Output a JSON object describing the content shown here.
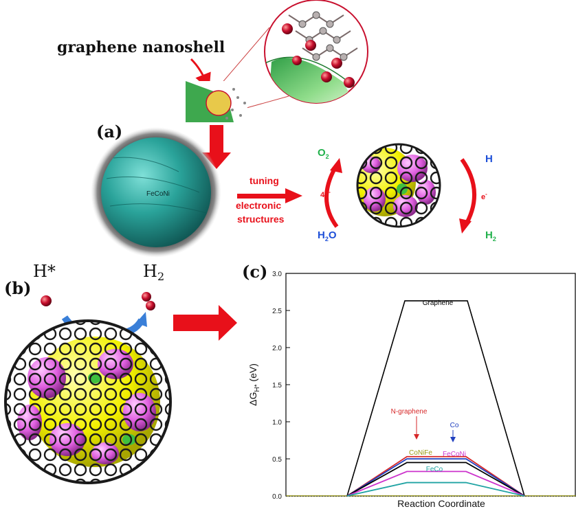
{
  "panel_a": {
    "label": "(a)",
    "shell_label": "graphene nanoshell",
    "core_label": "FeCoNi",
    "arrow_text": [
      "tuning",
      "electronic",
      "structures"
    ],
    "oer": {
      "top": "O",
      "top_sub": "2",
      "middle": "4e",
      "middle_sup": "-",
      "bottom": "H",
      "bottom_sub": "2",
      "bottom_end": "O"
    },
    "her": {
      "top": "H",
      "middle": "e",
      "middle_sup": "-",
      "bottom": "H",
      "bottom_sub": "2"
    }
  },
  "panel_b": {
    "label": "(b)",
    "adsorbate_label": "H*",
    "product_label": "H",
    "product_sub": "2"
  },
  "panel_c": {
    "label": "(c)"
  },
  "colors": {
    "arrow_red": "#e8101a",
    "oxygen_green": "#22b14c",
    "hydrogen_blue": "#1d4fd8",
    "teal_core": "#2aa39a",
    "shell_green": "#6cc96e",
    "isosurface_yellow": "#f2f000",
    "isosurface_magenta": "#e060e0"
  },
  "chart_data": {
    "type": "line",
    "xlabel": "Reaction Coordinate",
    "ylabel": "ΔG",
    "ylabel_sub": "H*",
    "ylabel_unit": "(eV)",
    "ylim": [
      0.0,
      3.0
    ],
    "yticks": [
      "0.0",
      "0.5",
      "1.0",
      "1.5",
      "2.0",
      "2.5",
      "3.0"
    ],
    "grid": false,
    "baseline": 0.0,
    "series": [
      {
        "name": "Graphene",
        "value": 2.63,
        "color": "#000000"
      },
      {
        "name": "N-graphene",
        "value": 0.53,
        "color": "#d62728"
      },
      {
        "name": "Co",
        "value": 0.5,
        "color": "#1f3fbf"
      },
      {
        "name": "CoNiFe",
        "value": 0.45,
        "color": "#000000"
      },
      {
        "name": "FeCoNi",
        "value": 0.33,
        "color": "#cc33cc"
      },
      {
        "name": "FeCo",
        "value": 0.18,
        "color": "#1fa3a3"
      }
    ],
    "series_labels": [
      {
        "name": "Graphene",
        "color": "#000000"
      },
      {
        "name": "N-graphene",
        "color": "#d62728"
      },
      {
        "name": "Co",
        "color": "#1f3fbf"
      },
      {
        "name": "CoNiFe",
        "color": "#9a9a10"
      },
      {
        "name": "FeCoNi",
        "color": "#cc33cc"
      },
      {
        "name": "FeCo",
        "color": "#1fa3a3"
      }
    ]
  }
}
